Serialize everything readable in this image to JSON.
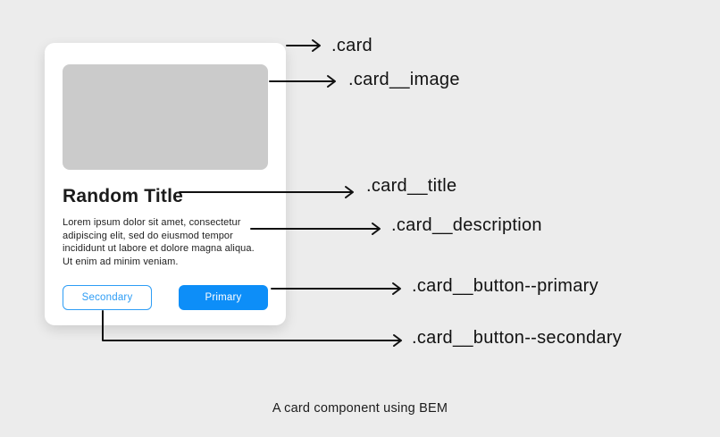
{
  "card": {
    "title": "Random Title",
    "description": "Lorem ipsum dolor sit amet, consectetur adipiscing elit, sed do eiusmod tempor incididunt ut labore et dolore magna aliqua. Ut enim ad minim veniam.",
    "buttons": {
      "secondary_label": "Secondary",
      "primary_label": "Primary"
    }
  },
  "annotations": {
    "card": ".card",
    "image": ".card__image",
    "title": ".card__title",
    "description": ".card__description",
    "button_primary": ".card__button--primary",
    "button_secondary": ".card__button--secondary"
  },
  "caption": "A card component using BEM",
  "colors": {
    "background": "#ececec",
    "card_background": "#ffffff",
    "image_placeholder": "#cbcbcb",
    "primary_blue": "#0d8ef8",
    "secondary_blue": "#2e9df5",
    "arrow_black": "#111111"
  }
}
